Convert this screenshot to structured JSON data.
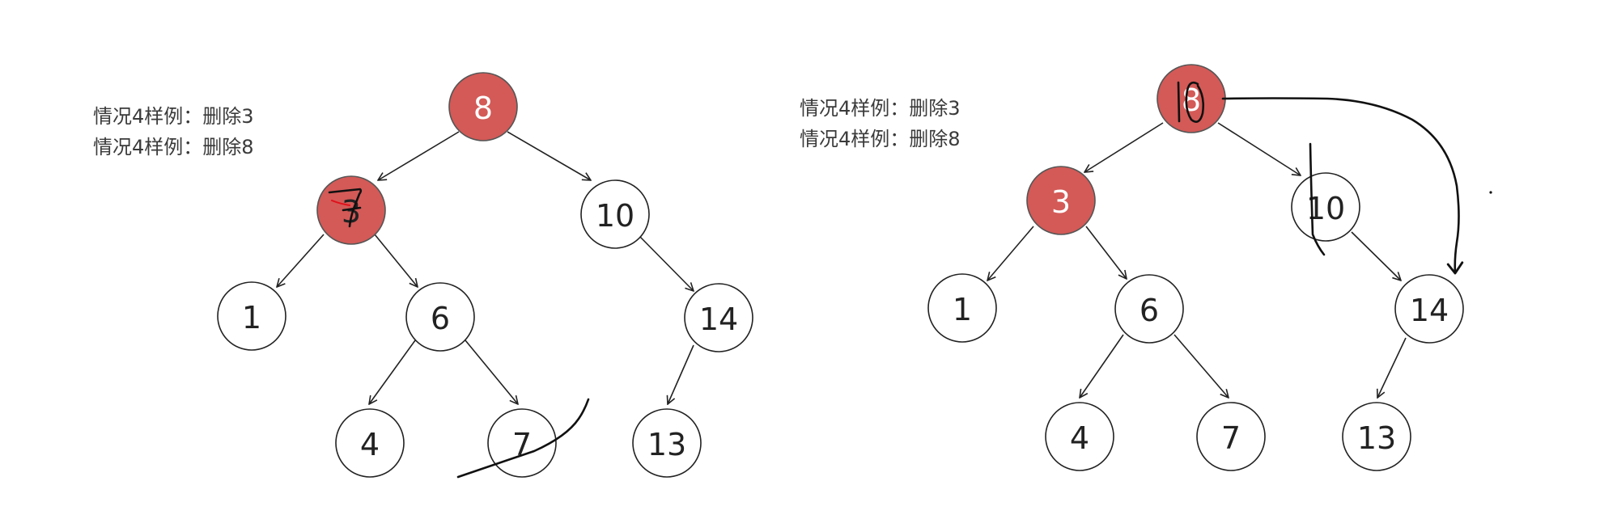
{
  "left_panel": {
    "notes": [
      "情况4样例：删除3",
      "情况4样例：删除8"
    ],
    "nodes": {
      "n8": {
        "label": "8",
        "color": "red"
      },
      "n3": {
        "label": "3",
        "color": "red"
      },
      "n10": {
        "label": "10",
        "color": "white"
      },
      "n1": {
        "label": "1",
        "color": "white"
      },
      "n6": {
        "label": "6",
        "color": "white"
      },
      "n14": {
        "label": "14",
        "color": "white"
      },
      "n4": {
        "label": "4",
        "color": "white"
      },
      "n7": {
        "label": "7",
        "color": "white"
      },
      "n13": {
        "label": "13",
        "color": "white"
      }
    }
  },
  "right_panel": {
    "notes": [
      "情况4样例：删除3",
      "情况4样例：删除8"
    ],
    "nodes": {
      "n8": {
        "label": "8",
        "color": "red"
      },
      "n3": {
        "label": "3",
        "color": "red"
      },
      "n10": {
        "label": "10",
        "color": "white"
      },
      "n1": {
        "label": "1",
        "color": "white"
      },
      "n6": {
        "label": "6",
        "color": "white"
      },
      "n14": {
        "label": "14",
        "color": "white"
      },
      "n4": {
        "label": "4",
        "color": "white"
      },
      "n7": {
        "label": "7",
        "color": "white"
      },
      "n13": {
        "label": "13",
        "color": "white"
      }
    }
  },
  "colors": {
    "red_node": "#d35a57",
    "white_node": "#ffffff",
    "stroke": "#222222",
    "ink": "#111111",
    "ink_red": "#e0101a"
  }
}
